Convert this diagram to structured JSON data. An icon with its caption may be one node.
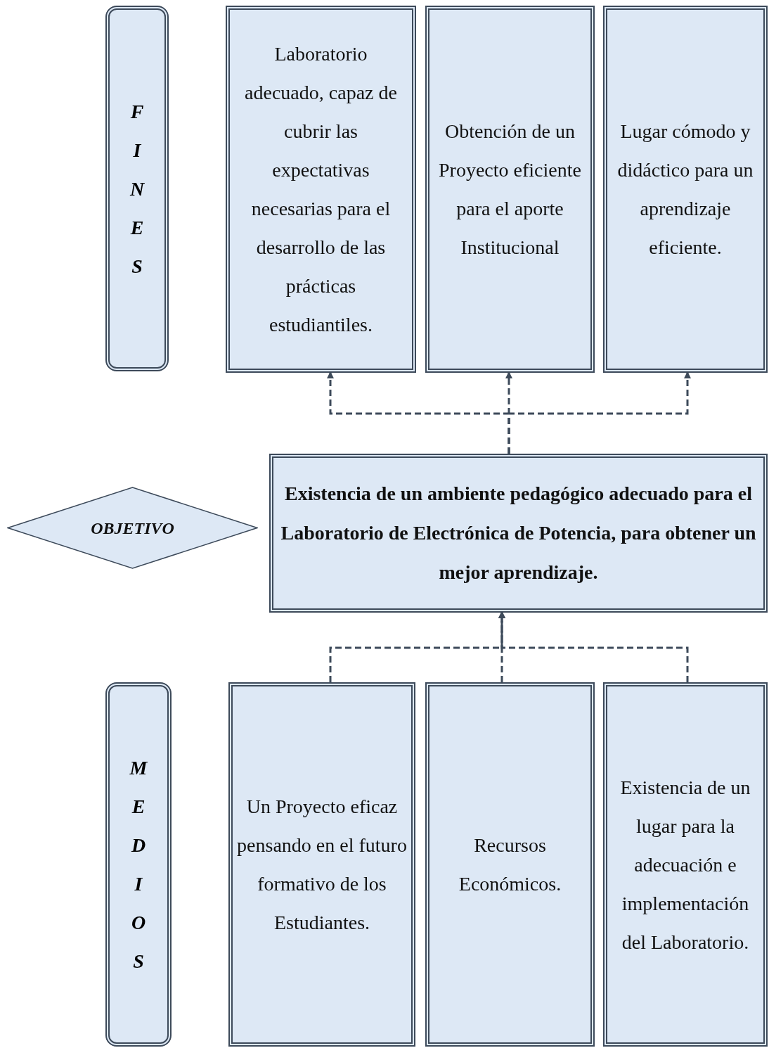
{
  "diagram": {
    "nodes": [
      {
        "text": [
          "FINES"
        ]
      },
      {
        "text": [
          "Laboratorio adecuado, capaz de cubrir las expectativas necesarias para el desarrollo de las prácticas estudiantiles."
        ]
      },
      {
        "text": [
          "Obtención de un Proyecto eficiente para el aporte Institucional"
        ]
      },
      {
        "text": [
          "Lugar cómodo y didáctico para un aprendizaje eficiente."
        ]
      },
      {
        "text": [
          "OBJETIVO"
        ]
      },
      {
        "text": [
          "Existencia de un ambiente pedagógico adecuado para el Laboratorio de Electrónica de Potencia, para obtener un mejor aprendizaje."
        ]
      },
      {
        "text": [
          "MEDIOS"
        ]
      },
      {
        "text": [
          "Un Proyecto eficaz pensando en el futuro formativo de los Estudiantes."
        ]
      },
      {
        "text": [
          "Recursos Económicos."
        ]
      },
      {
        "text": [
          "Existencia de un lugar para la adecuación e implementación del Laboratorio."
        ]
      }
    ],
    "edges": [
      {
        "from": 5,
        "to": 1,
        "arrow": "to",
        "style": "dashed"
      },
      {
        "from": 5,
        "to": 2,
        "arrow": "to",
        "style": "dashed"
      },
      {
        "from": 5,
        "to": 3,
        "arrow": "to",
        "style": "dashed"
      },
      {
        "from": 7,
        "to": 5,
        "arrow": "to",
        "style": "dashed"
      },
      {
        "from": 8,
        "to": 5,
        "arrow": "to",
        "style": "dashed"
      },
      {
        "from": 9,
        "to": 5,
        "arrow": "to",
        "style": "dashed"
      }
    ]
  }
}
